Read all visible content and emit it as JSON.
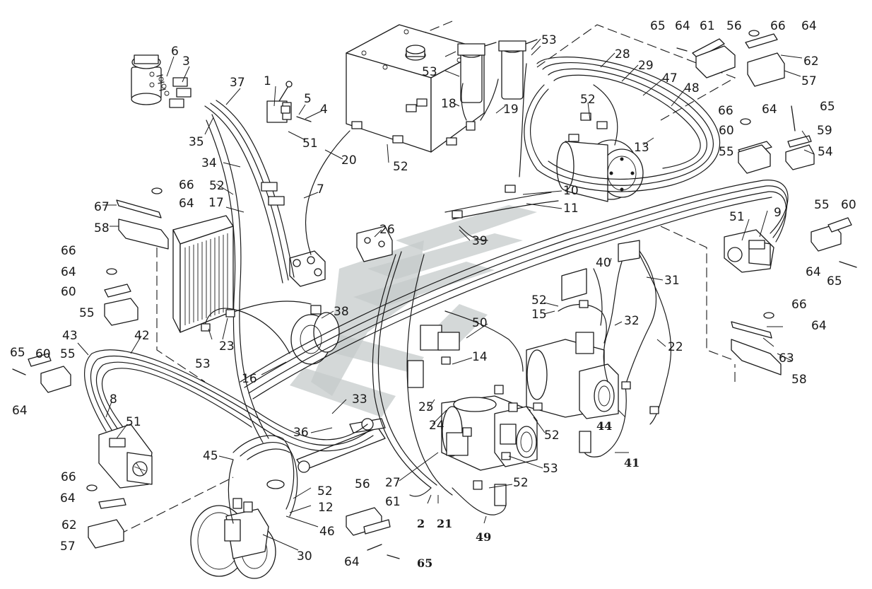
{
  "diagram": {
    "type": "exploded-parts-hydraulic-hose-layout",
    "watermark_colors": [
      "#c6cbcb",
      "#9aa3a3"
    ],
    "callouts": [
      {
        "label": "1",
        "bold": false
      },
      {
        "label": "2",
        "bold": true
      },
      {
        "label": "3",
        "bold": false
      },
      {
        "label": "4",
        "bold": false
      },
      {
        "label": "5",
        "bold": false
      },
      {
        "label": "6",
        "bold": false
      },
      {
        "label": "7",
        "bold": false
      },
      {
        "label": "8",
        "bold": false
      },
      {
        "label": "9",
        "bold": false
      },
      {
        "label": "10",
        "bold": false
      },
      {
        "label": "11",
        "bold": false
      },
      {
        "label": "12",
        "bold": false
      },
      {
        "label": "13",
        "bold": false
      },
      {
        "label": "14",
        "bold": false
      },
      {
        "label": "15",
        "bold": false
      },
      {
        "label": "16",
        "bold": false
      },
      {
        "label": "17",
        "bold": false
      },
      {
        "label": "18",
        "bold": false
      },
      {
        "label": "19",
        "bold": false
      },
      {
        "label": "20",
        "bold": false
      },
      {
        "label": "21",
        "bold": true
      },
      {
        "label": "22",
        "bold": false
      },
      {
        "label": "23",
        "bold": false
      },
      {
        "label": "24",
        "bold": false
      },
      {
        "label": "25",
        "bold": false
      },
      {
        "label": "26",
        "bold": false
      },
      {
        "label": "27",
        "bold": false
      },
      {
        "label": "28",
        "bold": false
      },
      {
        "label": "29",
        "bold": false
      },
      {
        "label": "30",
        "bold": false
      },
      {
        "label": "31",
        "bold": false
      },
      {
        "label": "32",
        "bold": false
      },
      {
        "label": "33",
        "bold": false
      },
      {
        "label": "34",
        "bold": false
      },
      {
        "label": "35",
        "bold": false
      },
      {
        "label": "36",
        "bold": false
      },
      {
        "label": "37",
        "bold": false
      },
      {
        "label": "38",
        "bold": false
      },
      {
        "label": "39",
        "bold": false
      },
      {
        "label": "40",
        "bold": false
      },
      {
        "label": "41",
        "bold": true
      },
      {
        "label": "42",
        "bold": false
      },
      {
        "label": "43",
        "bold": false
      },
      {
        "label": "44",
        "bold": true
      },
      {
        "label": "45",
        "bold": false
      },
      {
        "label": "46",
        "bold": false
      },
      {
        "label": "47",
        "bold": false
      },
      {
        "label": "48",
        "bold": false
      },
      {
        "label": "49",
        "bold": true
      },
      {
        "label": "50",
        "bold": false
      },
      {
        "label": "51",
        "bold": false
      },
      {
        "label": "51",
        "bold": false
      },
      {
        "label": "51",
        "bold": false
      },
      {
        "label": "51",
        "bold": false
      },
      {
        "label": "52",
        "bold": false
      },
      {
        "label": "52",
        "bold": false
      },
      {
        "label": "52",
        "bold": false
      },
      {
        "label": "52",
        "bold": false
      },
      {
        "label": "52",
        "bold": false
      },
      {
        "label": "52",
        "bold": false
      },
      {
        "label": "52",
        "bold": false
      },
      {
        "label": "53",
        "bold": false
      },
      {
        "label": "53",
        "bold": false
      },
      {
        "label": "53",
        "bold": false
      },
      {
        "label": "53",
        "bold": false
      },
      {
        "label": "54",
        "bold": false
      },
      {
        "label": "55",
        "bold": false
      },
      {
        "label": "55",
        "bold": false
      },
      {
        "label": "55",
        "bold": false
      },
      {
        "label": "55",
        "bold": false
      },
      {
        "label": "56",
        "bold": false
      },
      {
        "label": "56",
        "bold": false
      },
      {
        "label": "57",
        "bold": false
      },
      {
        "label": "57",
        "bold": false
      },
      {
        "label": "58",
        "bold": false
      },
      {
        "label": "58",
        "bold": false
      },
      {
        "label": "59",
        "bold": false
      },
      {
        "label": "60",
        "bold": false
      },
      {
        "label": "60",
        "bold": false
      },
      {
        "label": "60",
        "bold": false
      },
      {
        "label": "60",
        "bold": false
      },
      {
        "label": "61",
        "bold": false
      },
      {
        "label": "61",
        "bold": false
      },
      {
        "label": "62",
        "bold": false
      },
      {
        "label": "62",
        "bold": false
      },
      {
        "label": "63",
        "bold": false
      },
      {
        "label": "64",
        "bold": false
      },
      {
        "label": "64",
        "bold": false
      },
      {
        "label": "64",
        "bold": false
      },
      {
        "label": "64",
        "bold": false
      },
      {
        "label": "64",
        "bold": false
      },
      {
        "label": "64",
        "bold": false
      },
      {
        "label": "64",
        "bold": false
      },
      {
        "label": "64",
        "bold": false
      },
      {
        "label": "64",
        "bold": false
      },
      {
        "label": "64",
        "bold": false
      },
      {
        "label": "65",
        "bold": false
      },
      {
        "label": "65",
        "bold": false
      },
      {
        "label": "65",
        "bold": false
      },
      {
        "label": "65",
        "bold": false
      },
      {
        "label": "65",
        "bold": true
      },
      {
        "label": "66",
        "bold": false
      },
      {
        "label": "66",
        "bold": false
      },
      {
        "label": "66",
        "bold": false
      },
      {
        "label": "66",
        "bold": false
      },
      {
        "label": "66",
        "bold": false
      },
      {
        "label": "66",
        "bold": false
      },
      {
        "label": "67",
        "bold": false
      }
    ]
  }
}
